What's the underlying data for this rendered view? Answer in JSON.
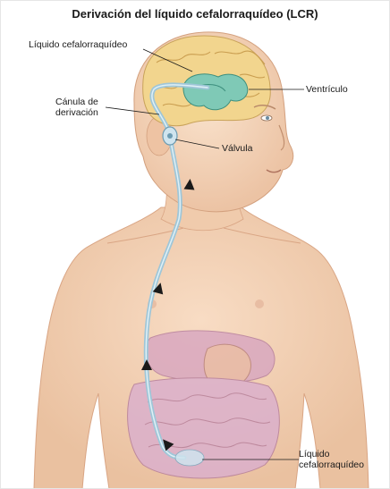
{
  "title": "Derivación del líquido cefalorraquídeo (LCR)",
  "labels": {
    "csf_top": "Líquido cefalorraquídeo",
    "ventricle": "Ventrículo",
    "cannula_line1": "Cánula de",
    "cannula_line2": "derivación",
    "valve": "Válvula",
    "csf_bottom_line1": "Líquido",
    "csf_bottom_line2": "cefalorraquídeo"
  },
  "colors": {
    "skin": "#f4d2b6",
    "skin_shade": "#e5b896",
    "brain": "#f2d58e",
    "ventricle": "#7fc9b6",
    "organs": "#d9a8c0",
    "shunt": "#9fc6d8",
    "text": "#1a1a1a"
  }
}
